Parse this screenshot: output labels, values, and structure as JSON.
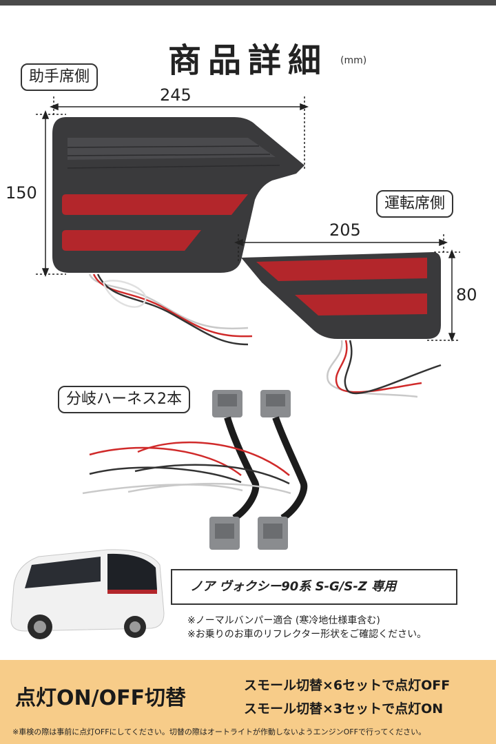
{
  "page": {
    "title": "商品詳細",
    "unit": "(mm)"
  },
  "passenger_side": {
    "label": "助手席側",
    "width": "245",
    "height": "150"
  },
  "driver_side": {
    "label": "運転席側",
    "width": "205",
    "height": "80"
  },
  "harness": {
    "label": "分岐ハーネス2本"
  },
  "model": {
    "text": "ノア ヴォクシー90系 S-G/S-Z 専用"
  },
  "notes": {
    "line1": "※ノーマルバンパー適合 (寒冷地仕様車含む)",
    "line2": "※お乗りのお車のリフレクター形状をご確認ください。"
  },
  "switching": {
    "title": "点灯ON/OFF切替",
    "line1": "スモール切替×6セットで点灯OFF",
    "line2": "スモール切替×3セットで点灯ON",
    "footnote": "※車検の際は事前に点灯OFFにしてください。切替の際はオートライトが作動しないようエンジンOFFで行ってください。"
  },
  "colors": {
    "band": "#f7cc89",
    "reflector": "#b3262b",
    "housing": "#3a3a3c"
  }
}
